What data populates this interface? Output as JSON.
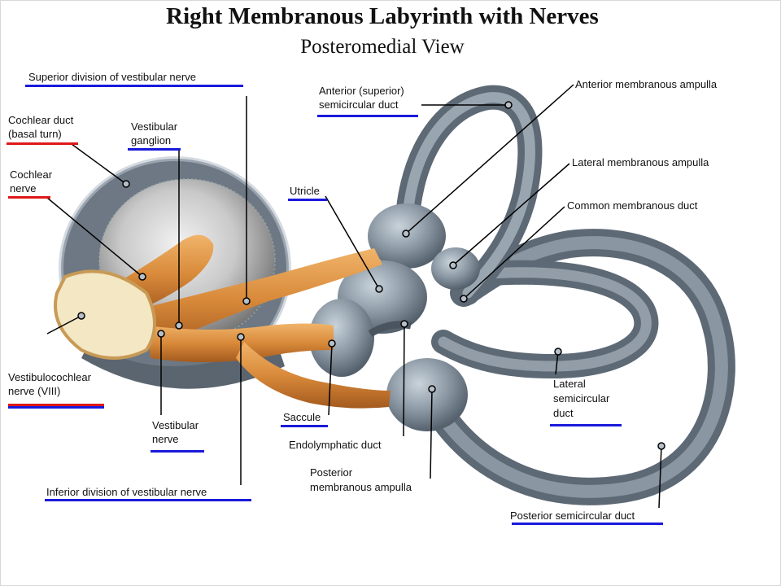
{
  "header": {
    "title": "Right Membranous Labyrinth with Nerves",
    "subtitle": "Posteromedial View"
  },
  "labels": {
    "superior_division": "Superior division of vestibular nerve",
    "cochlear_duct_1": "Cochlear duct",
    "cochlear_duct_2": "(basal turn)",
    "vestibular_ganglion_1": "Vestibular",
    "vestibular_ganglion_2": "ganglion",
    "cochlear_nerve_1": "Cochlear",
    "cochlear_nerve_2": "nerve",
    "vestibulocochlear_1": "Vestibulocochlear",
    "vestibulocochlear_2": "nerve (VIII)",
    "vestibular_nerve_1": "Vestibular",
    "vestibular_nerve_2": "nerve",
    "inferior_division": "Inferior division of vestibular nerve",
    "anterior_duct_1": "Anterior (superior)",
    "anterior_duct_2": "semicircular duct",
    "anterior_ampulla": "Anterior membranous ampulla",
    "lateral_ampulla": "Lateral membranous ampulla",
    "common_duct": "Common membranous duct",
    "utricle": "Utricle",
    "saccule": "Saccule",
    "endolymphatic_duct": "Endolymphatic duct",
    "posterior_ampulla_1": "Posterior",
    "posterior_ampulla_2": "membranous ampulla",
    "lateral_duct_1": "Lateral",
    "lateral_duct_2": "semicircular",
    "lateral_duct_3": "duct",
    "posterior_duct": "Posterior semicircular duct"
  },
  "colors": {
    "underline_blue": "#1a1adb",
    "underline_red": "#e01818",
    "membrane_gray": "#7f8c98",
    "nerve_orange": "#d98a3a"
  }
}
